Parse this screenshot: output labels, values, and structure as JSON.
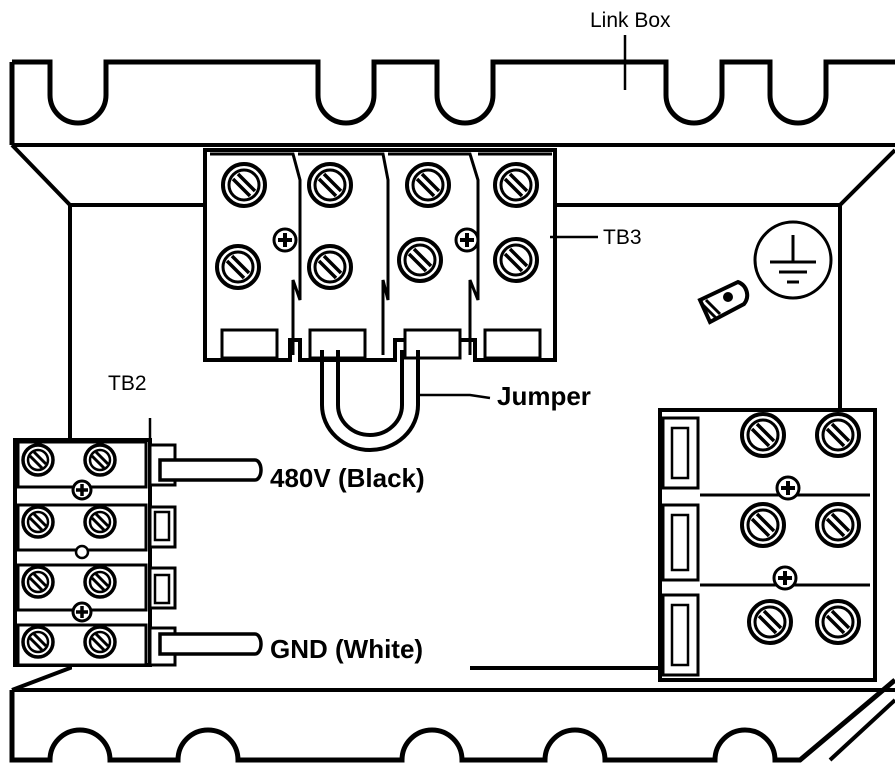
{
  "labels": {
    "link_box": "Link Box",
    "tb3": "TB3",
    "tb2": "TB2",
    "jumper": "Jumper",
    "black_wire": "480V (Black)",
    "white_wire": "GND (White)"
  },
  "icons": {
    "ground": "earth-ground-icon"
  },
  "colors": {
    "ink": "#000000",
    "paper": "#ffffff"
  }
}
